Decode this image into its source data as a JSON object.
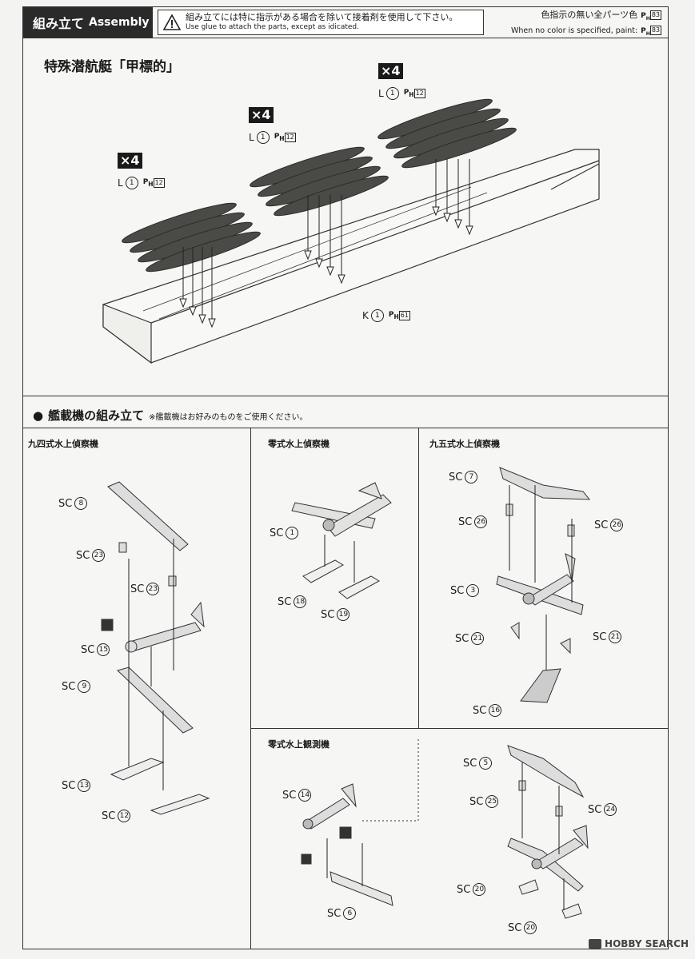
{
  "header": {
    "title_jp": "組み立て",
    "title_en": "Assembly",
    "warning_jp": "組み立てには特に指示がある場合を除いて接着剤を使用して下さい。",
    "warning_en": "Use glue to attach the parts, except as idicated.",
    "color_note_jp": "色指示の無い全パーツ色",
    "color_note_en": "When no color is specified, paint:",
    "color_code": "83"
  },
  "section1": {
    "title": "特殊潜航艇「甲標的」",
    "groups": [
      {
        "qty": "×4",
        "part": "L",
        "num": "1",
        "color": "12"
      },
      {
        "qty": "×4",
        "part": "L",
        "num": "1",
        "color": "12"
      },
      {
        "qty": "×4",
        "part": "L",
        "num": "1",
        "color": "12"
      }
    ],
    "base": {
      "part": "K",
      "num": "1",
      "color": "61"
    }
  },
  "section2": {
    "title": "艦載機の組み立て",
    "note": "※艦載機はお好みのものをご使用ください。"
  },
  "panels": {
    "p1": {
      "title": "九四式水上偵察機",
      "labels": [
        {
          "part": "SC",
          "num": "8"
        },
        {
          "part": "SC",
          "num": "23"
        },
        {
          "part": "SC",
          "num": "23"
        },
        {
          "part": "SC",
          "num": "15"
        },
        {
          "part": "SC",
          "num": "9"
        },
        {
          "part": "SC",
          "num": "13"
        },
        {
          "part": "SC",
          "num": "12"
        }
      ]
    },
    "p2": {
      "title": "零式水上偵察機",
      "labels": [
        {
          "part": "SC",
          "num": "1"
        },
        {
          "part": "SC",
          "num": "18"
        },
        {
          "part": "SC",
          "num": "19"
        }
      ]
    },
    "p3": {
      "title": "九五式水上偵察機",
      "labels": [
        {
          "part": "SC",
          "num": "7"
        },
        {
          "part": "SC",
          "num": "26"
        },
        {
          "part": "SC",
          "num": "26"
        },
        {
          "part": "SC",
          "num": "3"
        },
        {
          "part": "SC",
          "num": "21"
        },
        {
          "part": "SC",
          "num": "21"
        },
        {
          "part": "SC",
          "num": "16"
        }
      ]
    },
    "p4": {
      "title": "零式水上観測機",
      "labels": [
        {
          "part": "SC",
          "num": "14"
        },
        {
          "part": "SC",
          "num": "6"
        }
      ]
    },
    "p5": {
      "labels": [
        {
          "part": "SC",
          "num": "5"
        },
        {
          "part": "SC",
          "num": "25"
        },
        {
          "part": "SC",
          "num": "24"
        },
        {
          "part": "SC",
          "num": "20"
        },
        {
          "part": "SC",
          "num": "20"
        }
      ]
    }
  },
  "watermark": "HOBBY SEARCH"
}
